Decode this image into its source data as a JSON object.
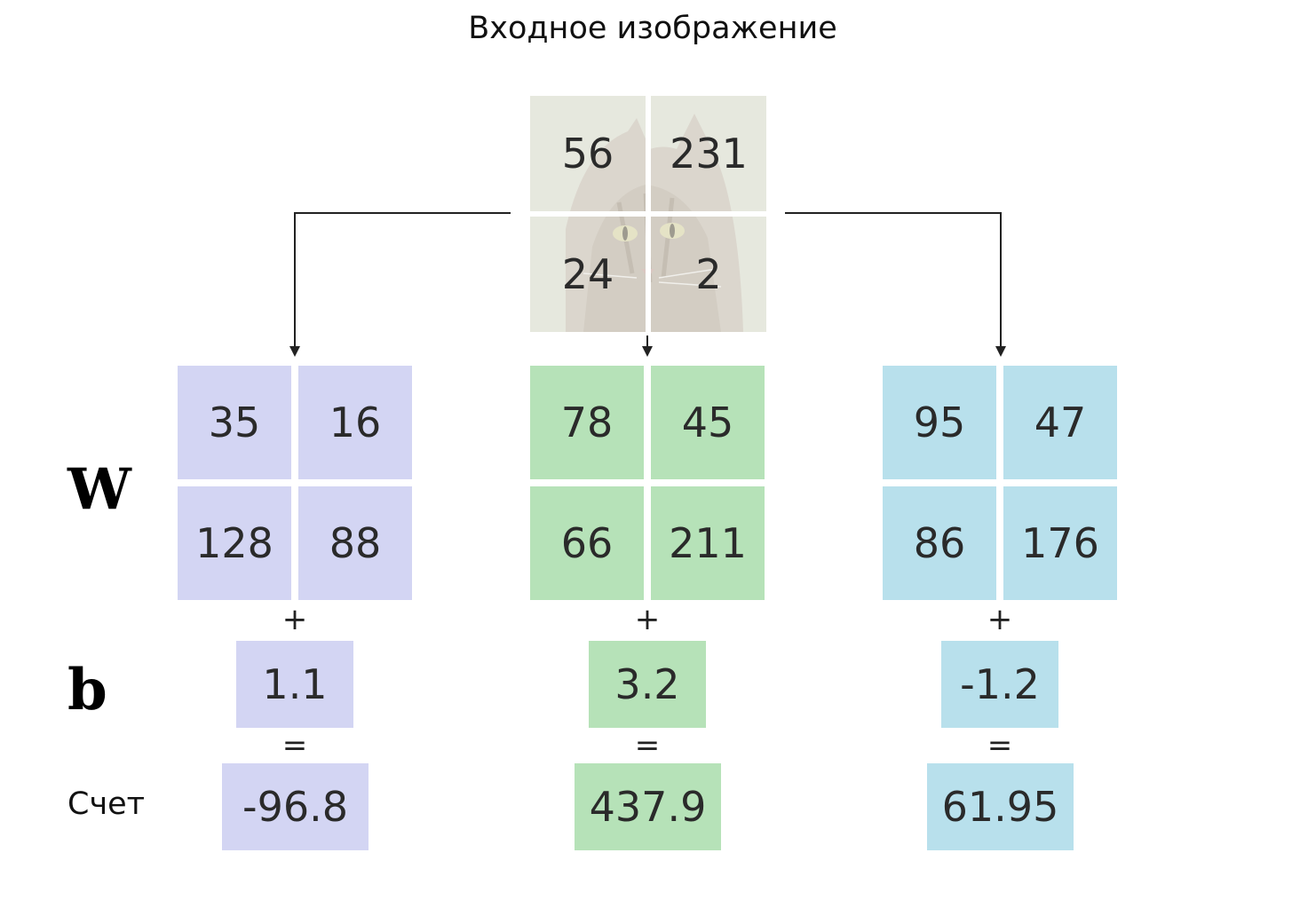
{
  "title": "Входное изображение",
  "input_pixels": [
    "56",
    "231",
    "24",
    "2"
  ],
  "row_labels": {
    "w": "W",
    "b": "b",
    "score": "Счет"
  },
  "operators": {
    "plus": "+",
    "equals": "="
  },
  "classes": [
    {
      "color": "#d3d5f3",
      "w": [
        "35",
        "16",
        "128",
        "88"
      ],
      "b": "1.1",
      "score": "-96.8"
    },
    {
      "color": "#b6e2b8",
      "w": [
        "78",
        "45",
        "66",
        "211"
      ],
      "b": "3.2",
      "score": "437.9"
    },
    {
      "color": "#b8e0ec",
      "w": [
        "95",
        "47",
        "86",
        "176"
      ],
      "b": "-1.2",
      "score": "61.95"
    }
  ]
}
